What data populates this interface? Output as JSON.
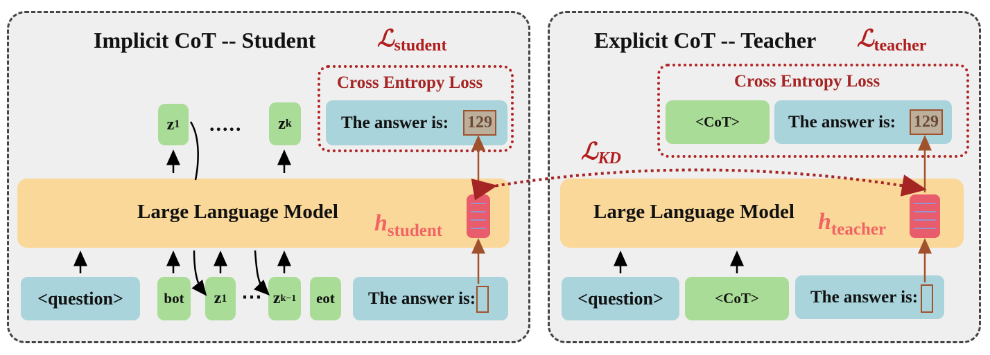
{
  "student": {
    "title": "Implicit CoT -- Student",
    "loss_symbol": "ℒ",
    "loss_sub": "student",
    "ce_label": "Cross Entropy Loss",
    "answer_text": "The answer is:",
    "answer_value": "129",
    "llm_label": "Large Language Model",
    "h_symbol": "h",
    "h_sub": "student",
    "latent_top_first": "z",
    "latent_top_first_sub": "1",
    "latent_top_dots": ".....",
    "latent_top_last": "z",
    "latent_top_last_sub": "k",
    "inputs": {
      "question": "<question>",
      "bot": "bot",
      "z1": "z",
      "z1_sub": "1",
      "dots": "⋯",
      "zk1": "z",
      "zk1_sub": "k−1",
      "eot": "eot",
      "answer": "The answer is:"
    }
  },
  "teacher": {
    "title": "Explicit CoT -- Teacher",
    "loss_symbol": "ℒ",
    "loss_sub": "teacher",
    "ce_label": "Cross Entropy Loss",
    "cot_out": "<CoT>",
    "answer_text": "The answer is:",
    "answer_value": "129",
    "llm_label": "Large Language Model",
    "h_symbol": "h",
    "h_sub": "teacher",
    "inputs": {
      "question": "<question>",
      "cot": "<CoT>",
      "answer": "The answer is:"
    }
  },
  "kd": {
    "symbol": "ℒ",
    "sub": "KD"
  },
  "colors": {
    "loss_red": "#b11c1c",
    "token_blue": "#a9d4dc",
    "token_green": "#a9dc97",
    "llm_orange": "#fad899",
    "hidden_red": "#e85c6c",
    "answer_brown": "#a0522d"
  }
}
